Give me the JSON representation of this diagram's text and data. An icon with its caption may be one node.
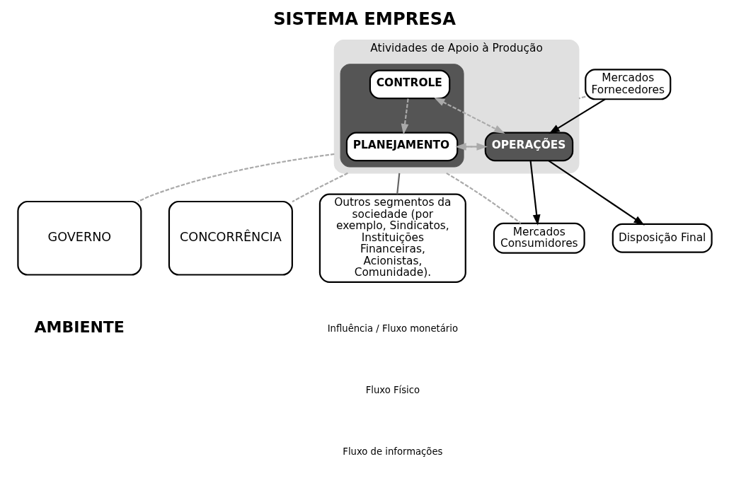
{
  "diagram": {
    "title": "SISTEMA EMPRESA",
    "nodes": [
      {
        "text": [
          "Atividades de Apoio à Produção"
        ]
      },
      {
        "text": [],
        "shape": "box",
        "in": 0
      },
      {
        "text": [
          "PLANEJAMENTO"
        ],
        "in": 1
      },
      {
        "text": [
          "CONTROLE"
        ],
        "in": 1
      },
      {
        "text": [
          "OPERAÇÕES"
        ],
        "in": 0
      },
      {
        "text": [
          "Mercados Fornecedores"
        ]
      },
      {
        "text": [
          "Mercados Consumidores"
        ]
      },
      {
        "text": [
          "Disposição Final"
        ]
      },
      {
        "text": [
          "GOVERNO"
        ]
      },
      {
        "text": [
          "CONCORRÊNCIA"
        ]
      },
      {
        "text": [
          "Outros segmentos da sociedade (por exemplo, Sindicatos, Instituições Financeiras, Acionistas, Comunidade)."
        ]
      }
    ],
    "edges": [
      {
        "from": 3,
        "to": 2,
        "arrow": "to",
        "style": "dashed",
        "color": "#aaaaaa"
      },
      {
        "from": 2,
        "to": 4,
        "arrow": "to",
        "style": "dashed",
        "color": "#aaaaaa"
      },
      {
        "from": 3,
        "to": 4,
        "arrow": "both",
        "style": "dashed",
        "color": "#aaaaaa"
      },
      {
        "from": 4,
        "to": 2,
        "arrow": "to",
        "style": "dashed",
        "color": "#aaaaaa"
      },
      {
        "from": 5,
        "to": 4,
        "arrow": "to",
        "color": "#000000"
      },
      {
        "from": 4,
        "to": 6,
        "arrow": "to",
        "color": "#000000"
      },
      {
        "from": 4,
        "to": 7,
        "arrow": "to",
        "color": "#000000"
      },
      {
        "from": 5,
        "to": 0,
        "arrow": "none",
        "style": "dashed",
        "color": "#aaaaaa"
      },
      {
        "from": 0,
        "to": 6,
        "arrow": "none",
        "style": "dashed",
        "color": "#aaaaaa"
      },
      {
        "from": 0,
        "to": 8,
        "arrow": "none",
        "style": "dashed",
        "color": "#aaaaaa"
      },
      {
        "from": 0,
        "to": 9,
        "arrow": "none",
        "style": "dashed",
        "color": "#aaaaaa"
      },
      {
        "from": 0,
        "to": 10,
        "arrow": "none",
        "color": "#666666"
      }
    ],
    "labels": [
      "AMBIENTE"
    ],
    "legend": [
      {
        "text": "Influência / Fluxo monetário"
      },
      {
        "text": "Fluxo Físico"
      },
      {
        "text": "Fluxo de informações"
      }
    ]
  }
}
